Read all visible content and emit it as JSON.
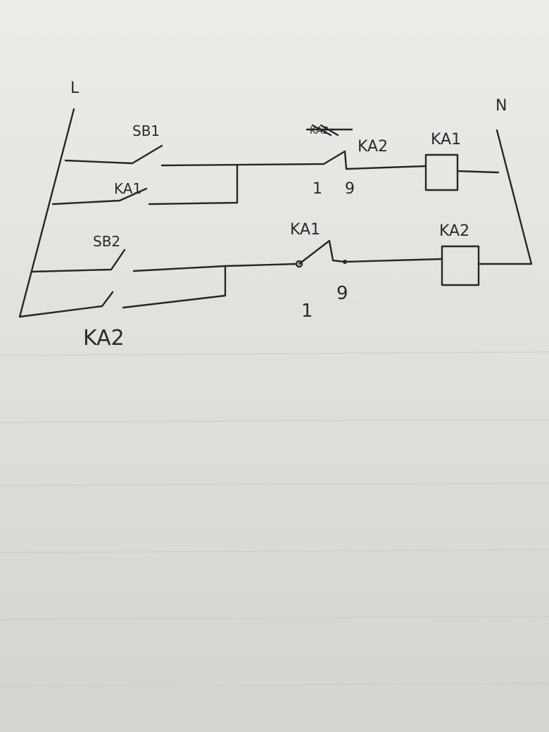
{
  "diagram": {
    "rails": {
      "line": "L",
      "neutral": "N"
    },
    "rung1": {
      "start_button": "SB1",
      "hold_contact": "KA1",
      "interlock_contact": "KA2",
      "interlock_pins": [
        "1",
        "9"
      ],
      "coil": "KA1",
      "struck_out_text": "KA2"
    },
    "rung2": {
      "start_button": "SB2",
      "hold_contact": "KA2",
      "interlock_contact": "KA1",
      "interlock_pins": [
        "1",
        "9"
      ],
      "coil": "KA2"
    },
    "colors": {
      "ink": "#262626",
      "paper": "#e2e4e0"
    }
  }
}
